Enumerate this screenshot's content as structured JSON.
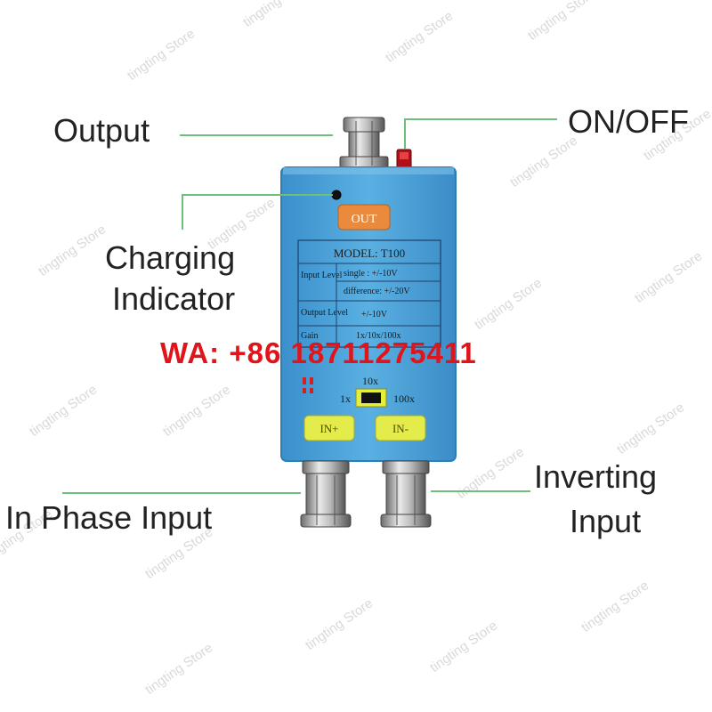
{
  "watermark": {
    "text": "tingting Store"
  },
  "labels": {
    "output": "Output",
    "on_off": "ON/OFF",
    "charging_line1": "Charging",
    "charging_line2": "Indicator",
    "in_phase": "In Phase Input",
    "inverting_line1": "Inverting",
    "inverting_line2": "Input"
  },
  "contact": {
    "wa": "WA: +86 18711275411"
  },
  "device": {
    "out_button": "OUT",
    "model": "MODEL: T100",
    "rows": [
      {
        "label": "Input Level",
        "value_line1": "single : +/-10V",
        "value_line2": "difference: +/-20V"
      },
      {
        "label": "Output Level",
        "value_line1": "+/-10V"
      },
      {
        "label": "Gain",
        "value_line1": "1x/10x/100x"
      }
    ],
    "switch_top": "10x",
    "switch_left": "1x",
    "switch_right": "100x",
    "in_plus": "IN+",
    "in_minus": "IN-"
  },
  "colors": {
    "body": "#4fa6d8",
    "body_edge": "#2d7fb3",
    "button_out": "#e98a3c",
    "button_in": "#e3ec4a",
    "callout_line": "#6cc07a",
    "wa_text": "#e0141b"
  }
}
